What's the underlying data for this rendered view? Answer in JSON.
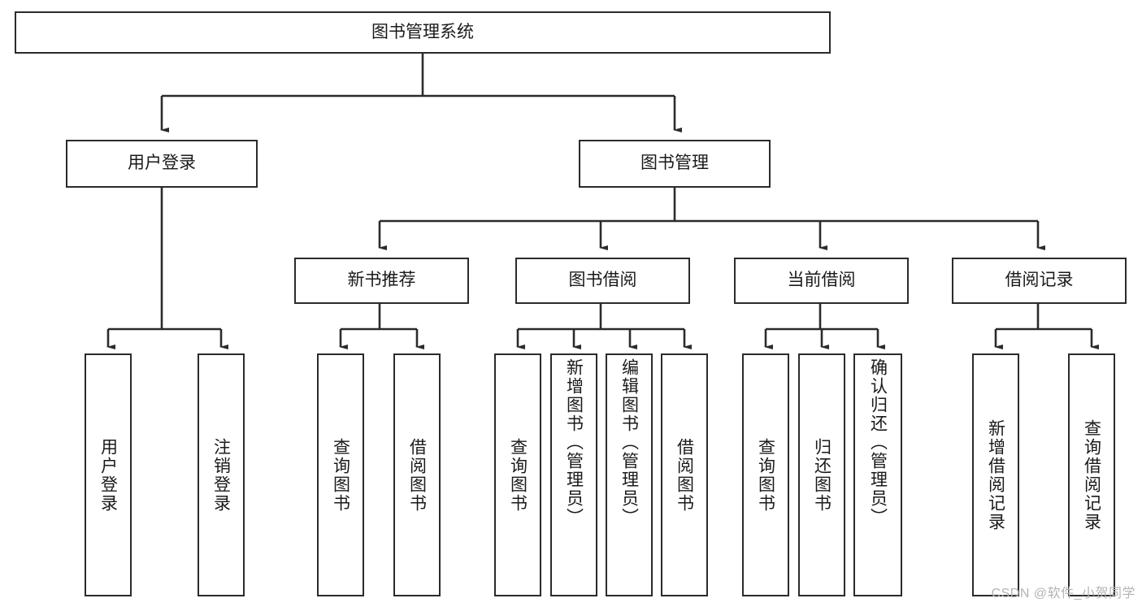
{
  "diagram": {
    "type": "tree-hierarchy",
    "title": "图书管理系统",
    "orientation": "top-down",
    "root": {
      "id": "root",
      "label": "图书管理系统",
      "text_orientation": "horizontal"
    },
    "level2": [
      {
        "id": "user-login",
        "label": "用户登录",
        "text_orientation": "horizontal"
      },
      {
        "id": "book-management",
        "label": "图书管理",
        "text_orientation": "horizontal"
      }
    ],
    "level3": [
      {
        "id": "new-book-recommend",
        "label": "新书推荐",
        "parent": "book-management",
        "text_orientation": "horizontal"
      },
      {
        "id": "book-borrow",
        "label": "图书借阅",
        "parent": "book-management",
        "text_orientation": "horizontal"
      },
      {
        "id": "current-borrow",
        "label": "当前借阅",
        "parent": "book-management",
        "text_orientation": "horizontal"
      },
      {
        "id": "borrow-record",
        "label": "借阅记录",
        "parent": "book-management",
        "text_orientation": "horizontal"
      }
    ],
    "leaves": [
      {
        "id": "leaf-user-login",
        "label": "用户登录",
        "parent": "user-login",
        "text_orientation": "vertical"
      },
      {
        "id": "leaf-logout-login",
        "label": "注销登录",
        "parent": "user-login",
        "text_orientation": "vertical"
      },
      {
        "id": "leaf-query-book-1",
        "label": "查询图书",
        "parent": "new-book-recommend",
        "text_orientation": "vertical"
      },
      {
        "id": "leaf-borrow-book-1",
        "label": "借阅图书",
        "parent": "new-book-recommend",
        "text_orientation": "vertical"
      },
      {
        "id": "leaf-query-book-2",
        "label": "查询图书",
        "parent": "book-borrow",
        "text_orientation": "vertical"
      },
      {
        "id": "leaf-add-book",
        "label": "新增图书（管理员）",
        "parent": "book-borrow",
        "text_orientation": "vertical"
      },
      {
        "id": "leaf-edit-book",
        "label": "编辑图书（管理员）",
        "parent": "book-borrow",
        "text_orientation": "vertical"
      },
      {
        "id": "leaf-borrow-book-2",
        "label": "借阅图书",
        "parent": "book-borrow",
        "text_orientation": "vertical"
      },
      {
        "id": "leaf-query-book-3",
        "label": "查询图书",
        "parent": "current-borrow",
        "text_orientation": "vertical"
      },
      {
        "id": "leaf-return-book",
        "label": "归还图书",
        "parent": "current-borrow",
        "text_orientation": "vertical"
      },
      {
        "id": "leaf-confirm-return",
        "label": "确认归还（管理员）",
        "parent": "current-borrow",
        "text_orientation": "vertical"
      },
      {
        "id": "leaf-add-record",
        "label": "新增借阅记录",
        "parent": "borrow-record",
        "text_orientation": "vertical"
      },
      {
        "id": "leaf-query-record",
        "label": "查询借阅记录",
        "parent": "borrow-record",
        "text_orientation": "vertical"
      }
    ],
    "colors": {
      "stroke": "#2b2b2b",
      "fill": "#ffffff",
      "text": "#1a1a1a",
      "watermark": "#b4b4b4"
    }
  },
  "watermark": {
    "text": "CSDN @软件_小贺同学"
  }
}
